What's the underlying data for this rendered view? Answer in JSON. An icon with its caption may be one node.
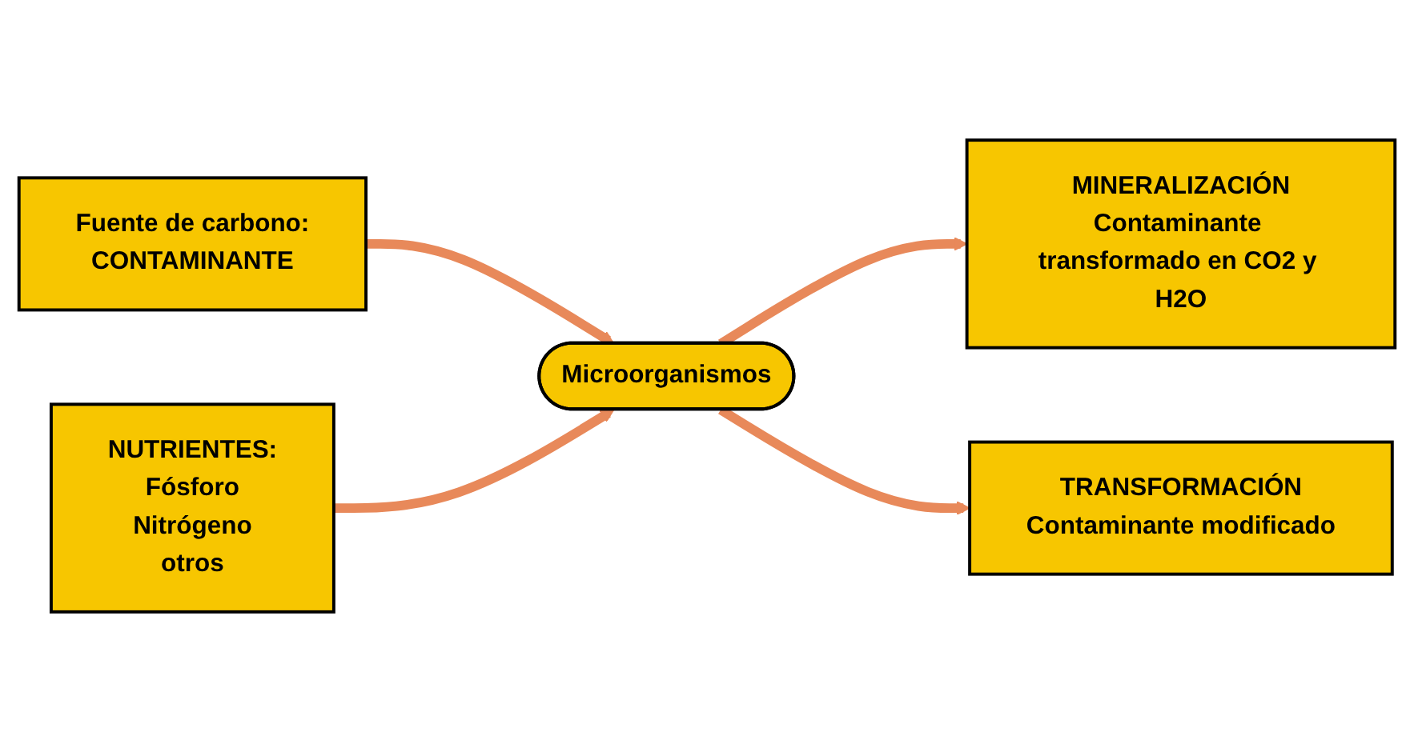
{
  "diagram": {
    "nodes": [
      {
        "text": [
          "Fuente de carbono:",
          "CONTAMINANTE"
        ]
      },
      {
        "text": [
          "MINERALIZACIÓN",
          "Contaminante transformado en CO2 y H2O"
        ]
      },
      {
        "text": [
          "Microorganismos"
        ]
      },
      {
        "text": [
          "NUTRIENTES:",
          "Fósforo",
          "Nitrógeno",
          "otros"
        ]
      },
      {
        "text": [
          "TRANSFORMACIÓN",
          "Contaminante modificado"
        ]
      }
    ],
    "edges": [
      {
        "from": 0,
        "to": 2,
        "arrow": "to"
      },
      {
        "from": 3,
        "to": 2,
        "arrow": "to"
      },
      {
        "from": 2,
        "to": 1,
        "arrow": "to"
      },
      {
        "from": 2,
        "to": 4,
        "arrow": "to"
      }
    ]
  }
}
